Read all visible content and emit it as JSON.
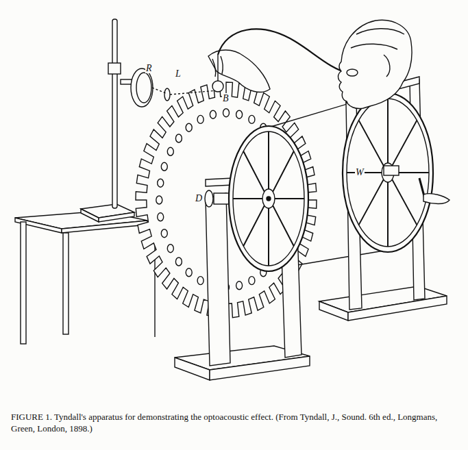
{
  "diagram": {
    "caption": "FIGURE 1. Tyndall's apparatus for demonstrating the optoacoustic effect. (From Tyndall, J., Sound. 6th ed., Longmans, Green, London, 1898.)",
    "labels": [
      "R",
      "L",
      "B",
      "D",
      "W"
    ]
  }
}
